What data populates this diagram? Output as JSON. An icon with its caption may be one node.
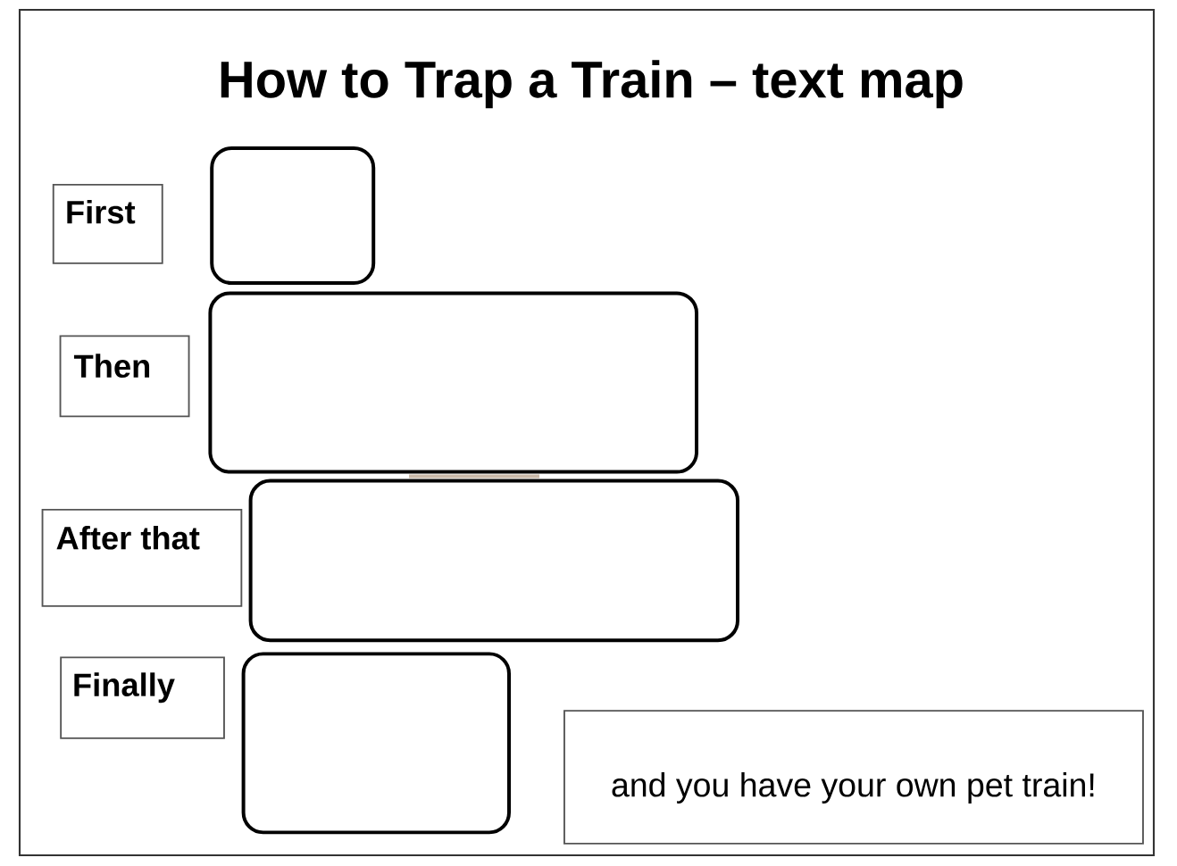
{
  "diagram": {
    "title": "How to Trap a Train – text map",
    "nodes": [
      {
        "text": [
          "First"
        ]
      },
      {
        "text": [],
        "shape": "box"
      },
      {
        "text": [
          "Then"
        ]
      },
      {
        "text": [],
        "shape": "box"
      },
      {
        "text": [
          "After that"
        ]
      },
      {
        "text": [],
        "shape": "box"
      },
      {
        "text": [
          "Finally"
        ]
      },
      {
        "text": [],
        "shape": "box"
      },
      {
        "text": [
          "and you have your own pet train!"
        ]
      }
    ]
  }
}
